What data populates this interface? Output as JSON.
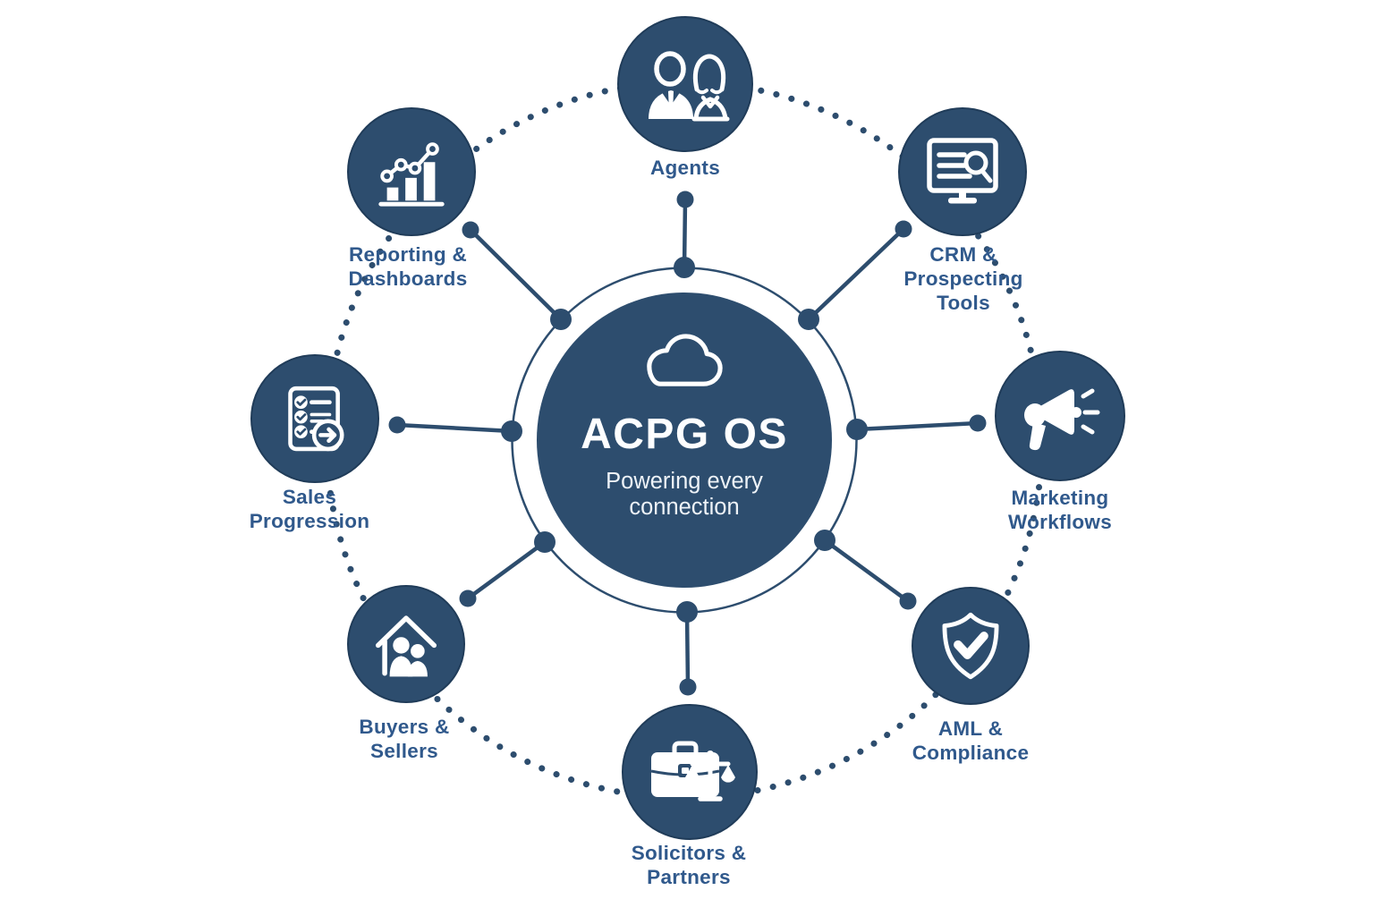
{
  "diagram": {
    "background_color": "#ffffff",
    "node_color": "#2d4d6e",
    "line_color": "#2d4d6e",
    "label_color": "#30598c",
    "center": {
      "icon": "cloud-icon",
      "title": "ACPG OS",
      "subtitle_lines": [
        "Powering every",
        "connection"
      ]
    },
    "nodes": [
      {
        "id": "agents",
        "icon": "people-icon",
        "label_lines": [
          "Agents"
        ]
      },
      {
        "id": "crm-prospecting-tools",
        "icon": "monitor-search-icon",
        "label_lines": [
          "CRM &",
          "Prospecting",
          "Tools"
        ]
      },
      {
        "id": "marketing-workflows",
        "icon": "megaphone-icon",
        "label_lines": [
          "Marketing",
          "Workflows"
        ]
      },
      {
        "id": "aml-compliance",
        "icon": "shield-check-icon",
        "label_lines": [
          "AML &",
          "Compliance"
        ]
      },
      {
        "id": "solicitors-partners",
        "icon": "briefcase-scales-icon",
        "label_lines": [
          "Solicitors &",
          "Partners"
        ]
      },
      {
        "id": "buyers-sellers",
        "icon": "house-people-icon",
        "label_lines": [
          "Buyers &",
          "Sellers"
        ]
      },
      {
        "id": "sales-progression",
        "icon": "checklist-arrow-icon",
        "label_lines": [
          "Sales",
          "Progression"
        ]
      },
      {
        "id": "reporting-dashboards",
        "icon": "bar-chart-trend-icon",
        "label_lines": [
          "Reporting &",
          "Dashboards"
        ]
      }
    ]
  }
}
